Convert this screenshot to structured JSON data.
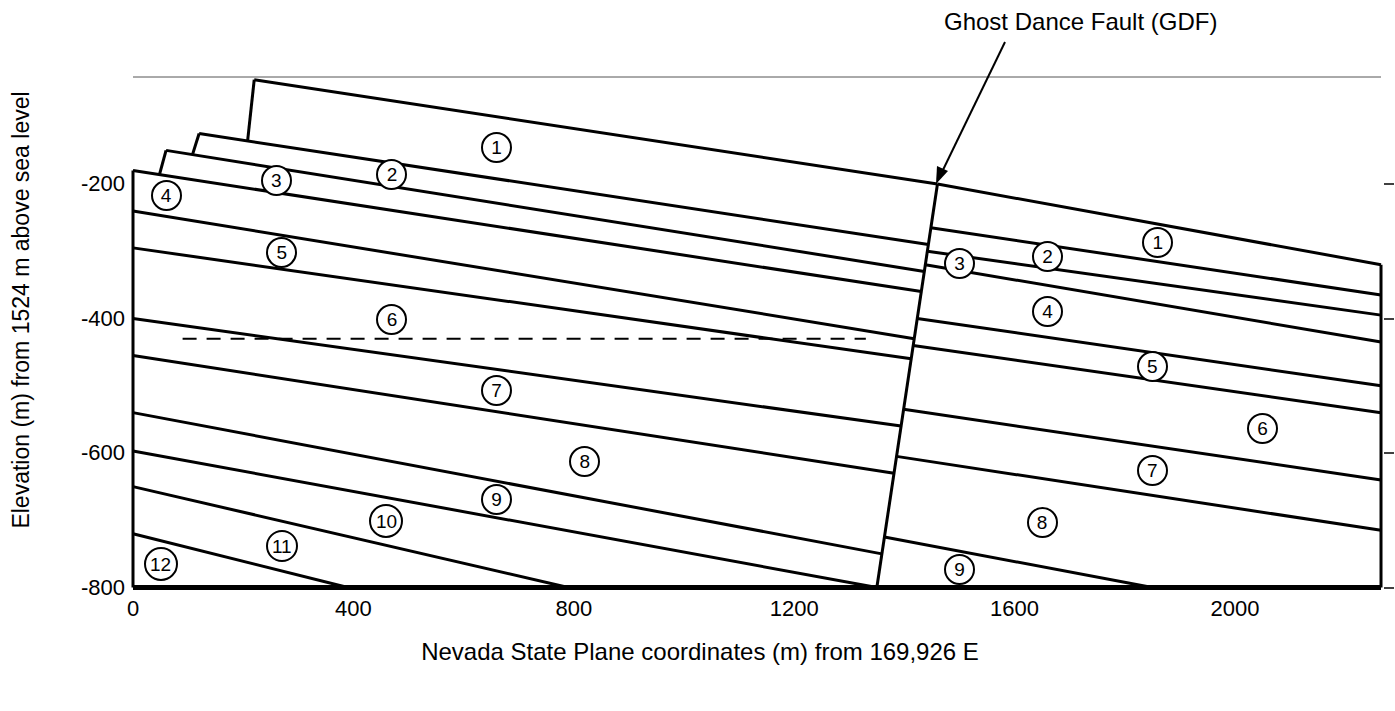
{
  "diagram": {
    "nodes": [
      {
        "text": [
          "1"
        ]
      },
      {
        "text": [
          "2"
        ]
      },
      {
        "text": [
          "3"
        ]
      },
      {
        "text": [
          "4"
        ]
      },
      {
        "text": [
          "5"
        ]
      },
      {
        "text": [
          "6"
        ]
      },
      {
        "text": [
          "7"
        ]
      },
      {
        "text": [
          "8"
        ]
      },
      {
        "text": [
          "9"
        ]
      },
      {
        "text": [
          "10"
        ]
      },
      {
        "text": [
          "11"
        ]
      },
      {
        "text": [
          "12"
        ]
      },
      {
        "text": [
          "1"
        ]
      },
      {
        "text": [
          "2"
        ]
      },
      {
        "text": [
          "3"
        ]
      },
      {
        "text": [
          "4"
        ]
      },
      {
        "text": [
          "5"
        ]
      },
      {
        "text": [
          "6"
        ]
      },
      {
        "text": [
          "7"
        ]
      },
      {
        "text": [
          "8"
        ]
      },
      {
        "text": [
          "9"
        ]
      }
    ],
    "labels": [
      "Ghost Dance Fault (GDF)",
      "-200",
      "-400",
      "-600",
      "-800",
      "0",
      "400",
      "800",
      "1200",
      "1600",
      "2000",
      "Elevation (m) from 1524 m above sea level",
      "Nevada State Plane coordinates (m) from 169,926 E"
    ]
  }
}
